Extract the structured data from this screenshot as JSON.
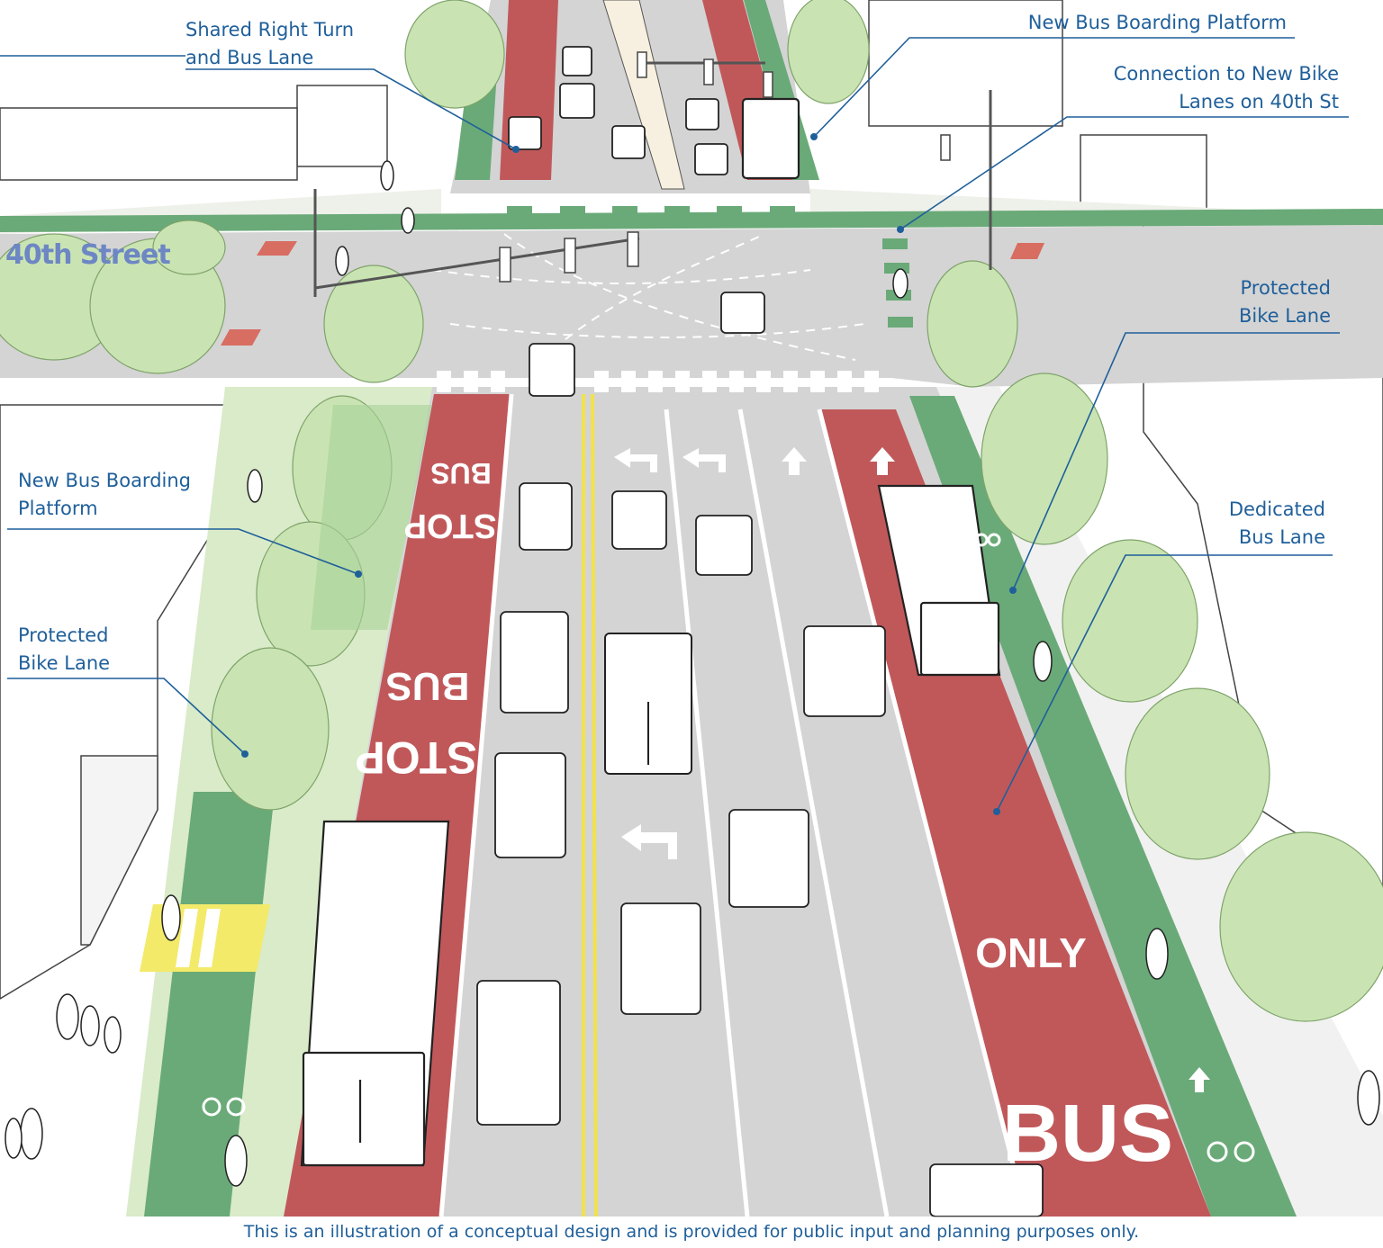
{
  "street_name": "40th Street",
  "callouts": {
    "shared_right_turn": [
      "Shared Right Turn",
      "and Bus Lane"
    ],
    "bus_platform_top": [
      "New Bus Boarding Platform"
    ],
    "bike_connection": [
      "Connection to New Bike",
      "Lanes on 40th St"
    ],
    "protected_bike_right": [
      "Protected",
      "Bike Lane"
    ],
    "bus_platform_left": [
      "New Bus Boarding",
      "Platform"
    ],
    "dedicated_bus": [
      "Dedicated",
      "Bus Lane"
    ],
    "protected_bike_left": [
      "Protected",
      "Bike Lane"
    ]
  },
  "pavement_markings": {
    "left_lane_top": "BUS",
    "left_lane_bottom": "STOP",
    "left_lane2_top": "BUS",
    "left_lane2_bottom": "STOP",
    "right_lane_1": "ONLY",
    "right_lane_2": "BUS"
  },
  "disclaimer": "This is an illustration of a conceptual design and is provided for public input and planning purposes only.",
  "colors": {
    "bus_lane": "#c0585a",
    "bike_lane": "#6aaa78",
    "road": "#d4d4d4",
    "tree": "#c9e4b2",
    "callout": "#1f5f9a",
    "center_line": "#f2e24a"
  }
}
